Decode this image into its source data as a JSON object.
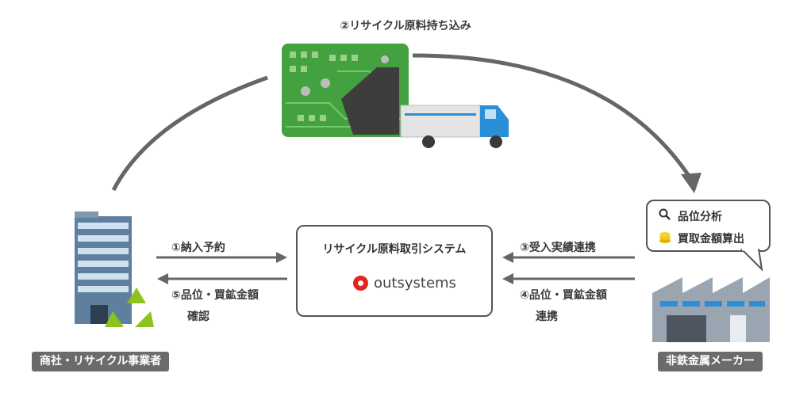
{
  "top_label": "②リサイクル原料持ち込み",
  "system": {
    "title": "リサイクル原料取引システム",
    "logo_text": "outsystems",
    "logo_color": "#e4251f"
  },
  "left_entity": {
    "label": "商社・リサイクル事業者"
  },
  "right_entity": {
    "label": "非鉄金属メーカー"
  },
  "bubble": {
    "items": [
      {
        "icon": "magnifier-icon",
        "label": "品位分析"
      },
      {
        "icon": "coins-icon",
        "label": "買取金額算出"
      }
    ]
  },
  "flows": {
    "f1": {
      "label": "①納入予約"
    },
    "f5": {
      "line1": "⑤品位・買鉱金額",
      "line2": "確認"
    },
    "f3": {
      "label": "③受入実績連携"
    },
    "f4": {
      "line1": "④品位・買鉱金額",
      "line2": "連携"
    }
  },
  "colors": {
    "arrow": "#666666",
    "label_bg": "#6b6b6b",
    "recycle": "#8dc21f",
    "truck": "#2b8fd8",
    "board": "#43a23f"
  }
}
